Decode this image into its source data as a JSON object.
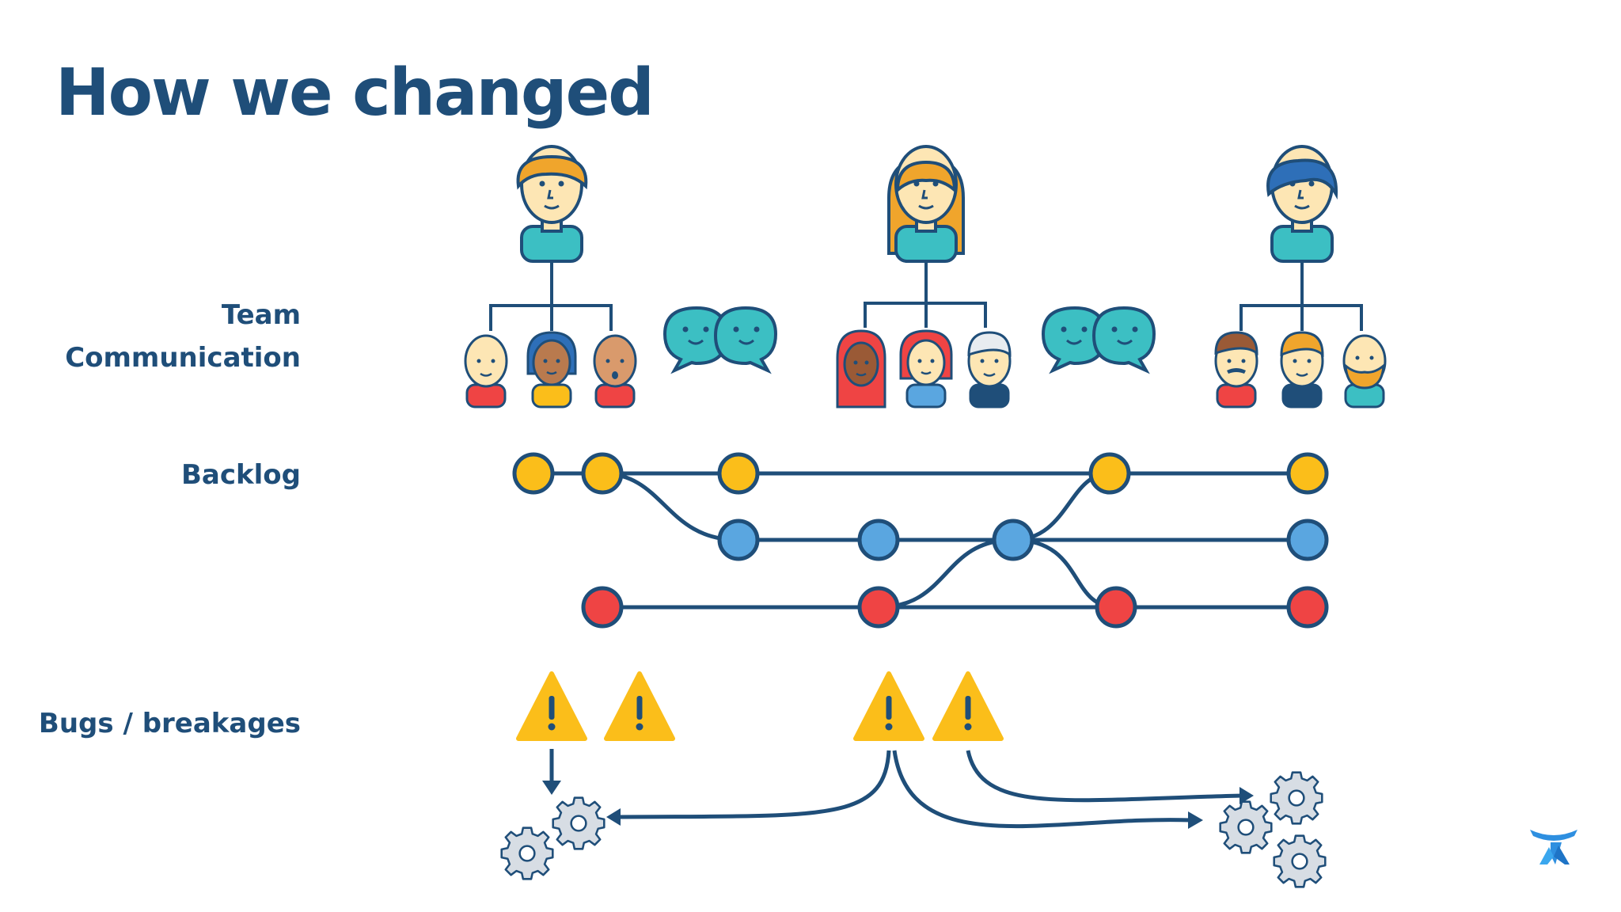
{
  "slide": {
    "title": "How we changed"
  },
  "labels": {
    "team_line1": "Team",
    "team_line2": "Communication",
    "backlog": "Backlog",
    "bugs": "Bugs / breakages"
  },
  "colors": {
    "navy": "#1f4e79",
    "yellow": "#fbbe1a",
    "blue": "#5aa6e0",
    "red": "#ef4444",
    "teal": "#3cbfc3",
    "gear": "#d7dde4",
    "skin": "#fde6b4"
  },
  "icons": {
    "lead": "person-icon",
    "chat": "speech-bubbles-icon",
    "warning": "warning-triangle-icon",
    "gear": "gear-icon",
    "logo": "atlassian-logo-icon"
  }
}
